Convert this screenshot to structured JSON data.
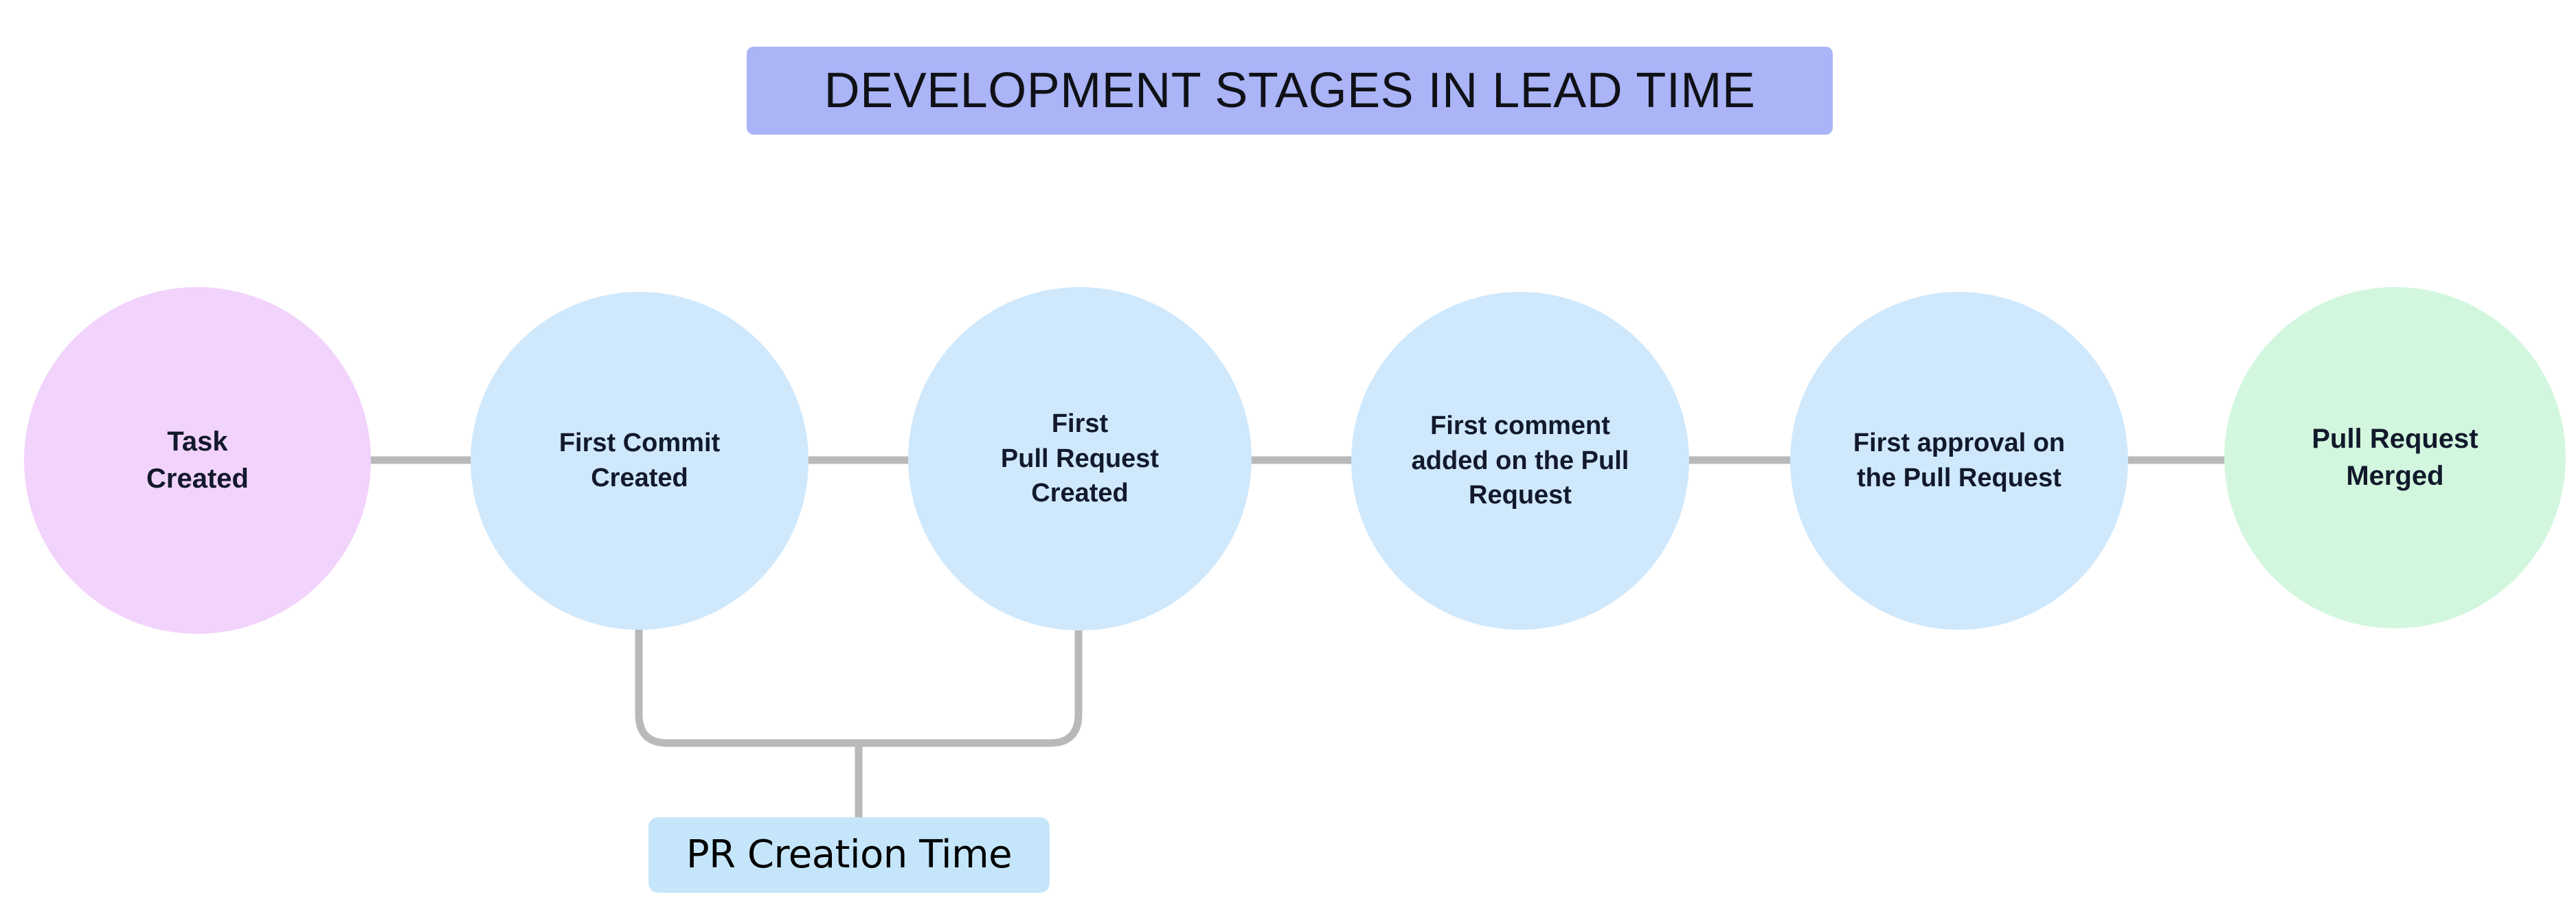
{
  "diagram": {
    "title": "DEVELOPMENT STAGES IN LEAD TIME",
    "title_background_color": "#aab4f7",
    "canvas_background_color": "#ffffff",
    "connector_color": "#b9b9b9",
    "nodes": [
      {
        "id": "task-created",
        "label": "Task\nCreated",
        "shape": "circle",
        "fill_color": "#f2d3fc",
        "text_color": "#12192b"
      },
      {
        "id": "first-commit-created",
        "label": "First Commit\nCreated",
        "shape": "circle",
        "fill_color": "#cfe8fc",
        "text_color": "#12192b"
      },
      {
        "id": "first-pull-request-created",
        "label": "First\nPull Request\nCreated",
        "shape": "circle",
        "fill_color": "#cfe8fc",
        "text_color": "#12192b"
      },
      {
        "id": "first-comment-added",
        "label": "First comment\nadded on the Pull\nRequest",
        "shape": "circle",
        "fill_color": "#cfe8fc",
        "text_color": "#12192b"
      },
      {
        "id": "first-approval",
        "label": "First approval on\nthe Pull Request",
        "shape": "circle",
        "fill_color": "#cfe8fc",
        "text_color": "#12192b"
      },
      {
        "id": "pull-request-merged",
        "label": "Pull Request\nMerged",
        "shape": "circle",
        "fill_color": "#d2f7de",
        "text_color": "#12192b"
      }
    ],
    "annotation": {
      "id": "pr-creation-time",
      "label": "PR Creation Time",
      "fill_color": "#c5e6fa",
      "text_color": "#000000",
      "spans_from": "first-commit-created",
      "spans_to": "first-pull-request-created"
    }
  }
}
